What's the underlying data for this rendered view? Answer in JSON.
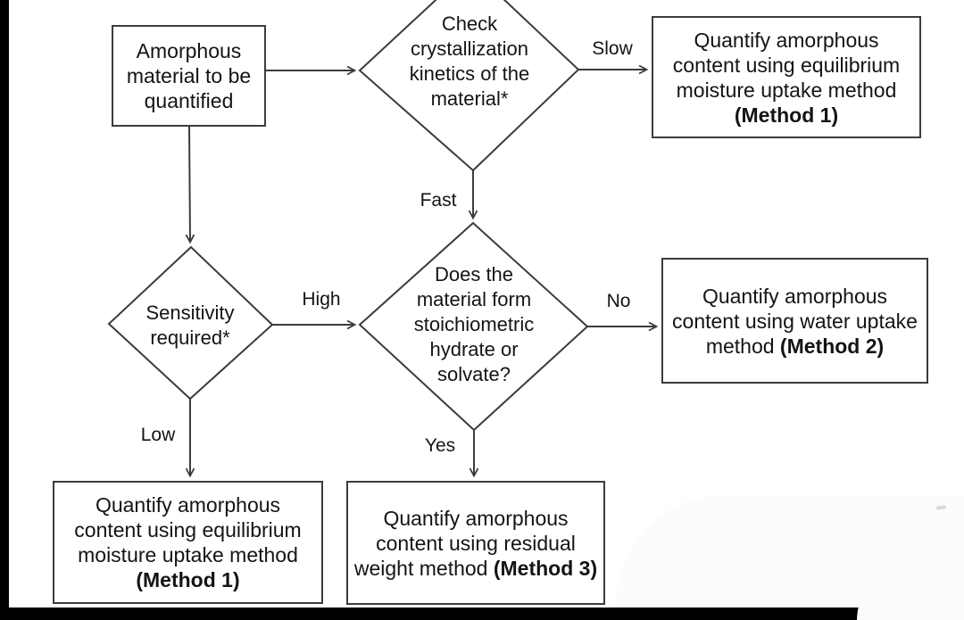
{
  "title": "Amorphous content quantification decision flowchart",
  "colors": {
    "ink": "#3c3c3c",
    "text": "#141414",
    "background": "#ffffff",
    "frame_bars": "#000000"
  },
  "nodes": {
    "start": {
      "lines": [
        "Amorphous",
        "material to be",
        "quantified"
      ]
    },
    "kinetics": {
      "lines": [
        "Check",
        "crystallization",
        "kinetics of the",
        "material*"
      ]
    },
    "method1_top": {
      "text": "Quantify amorphous content using equilibrium moisture uptake method",
      "method": "(Method 1)"
    },
    "sensitivity": {
      "lines": [
        "Sensitivity",
        "required*"
      ]
    },
    "hydrate": {
      "lines": [
        "Does the",
        "material form",
        "stoichiometric",
        "hydrate or",
        "solvate?"
      ]
    },
    "method2": {
      "text": "Quantify amorphous content using water uptake method",
      "method": "(Method 2)"
    },
    "method1_bottom": {
      "text": "Quantify amorphous content using equilibrium moisture uptake method",
      "method": "(Method 1)"
    },
    "method3": {
      "text": "Quantify amorphous content using residual weight method",
      "method": "(Method 3)"
    }
  },
  "edge_labels": {
    "slow": "Slow",
    "fast": "Fast",
    "high": "High",
    "no": "No",
    "low": "Low",
    "yes": "Yes"
  }
}
